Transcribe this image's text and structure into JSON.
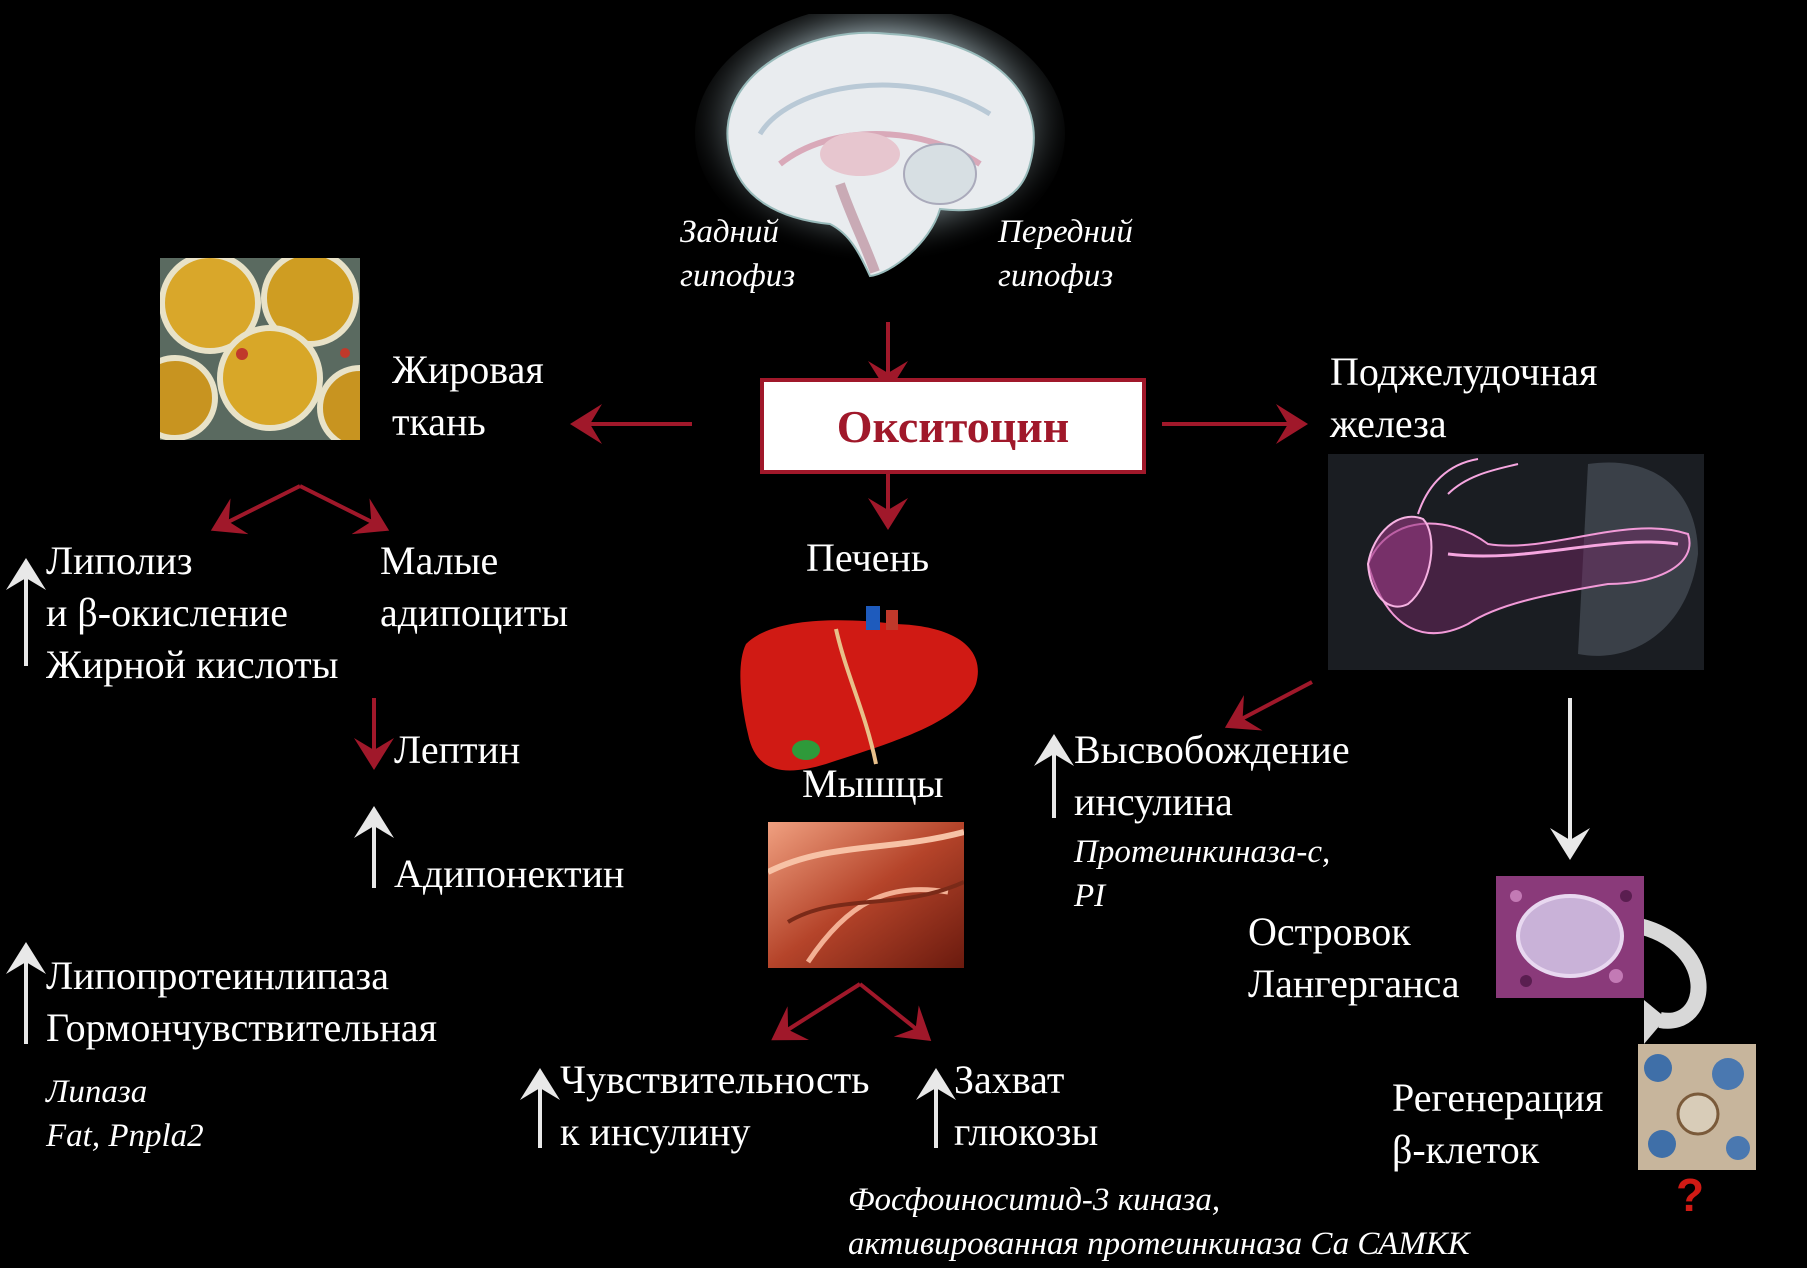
{
  "center": {
    "label": "Окситоцин"
  },
  "brain": {
    "posterior": "Задний\nгипофиз",
    "anterior": "Передний\nгипофиз"
  },
  "adipose": {
    "title": "Жировая\nткань",
    "lipolysis": "Липолиз\nи β-окисление\nЖирной кислоты",
    "small_adipocytes": "Малые\nадипоциты",
    "leptin": "Лептин",
    "adiponectin": "Адипонектин",
    "lipase": "Липопротеинлипаза\nГормончувствительная",
    "lipase_genes": "Липаза\nFat, Pnpla2"
  },
  "liver": {
    "title": "Печень"
  },
  "muscle": {
    "title": "Мышцы",
    "insulin_sensitivity": "Чувствительность\nк инсулину",
    "glucose_uptake": "Захват\nглюкозы",
    "kinases": "Фосфоиноситид-3 киназа,\nактивированная протеинкиназа Са САМКК"
  },
  "pancreas": {
    "title": "Поджелудочная\nжелеза",
    "insulin_release": "Высвобождение\nинсулина",
    "insulin_kinase": "Протеинкиназа-с,\nPI",
    "islet": "Островок\nЛангерганса",
    "regeneration": "Регенерация\nβ-клеток",
    "question": "?"
  },
  "colors": {
    "arrow_red": "#a0182a",
    "arrow_white": "#e8e8e8",
    "background": "#000000"
  }
}
